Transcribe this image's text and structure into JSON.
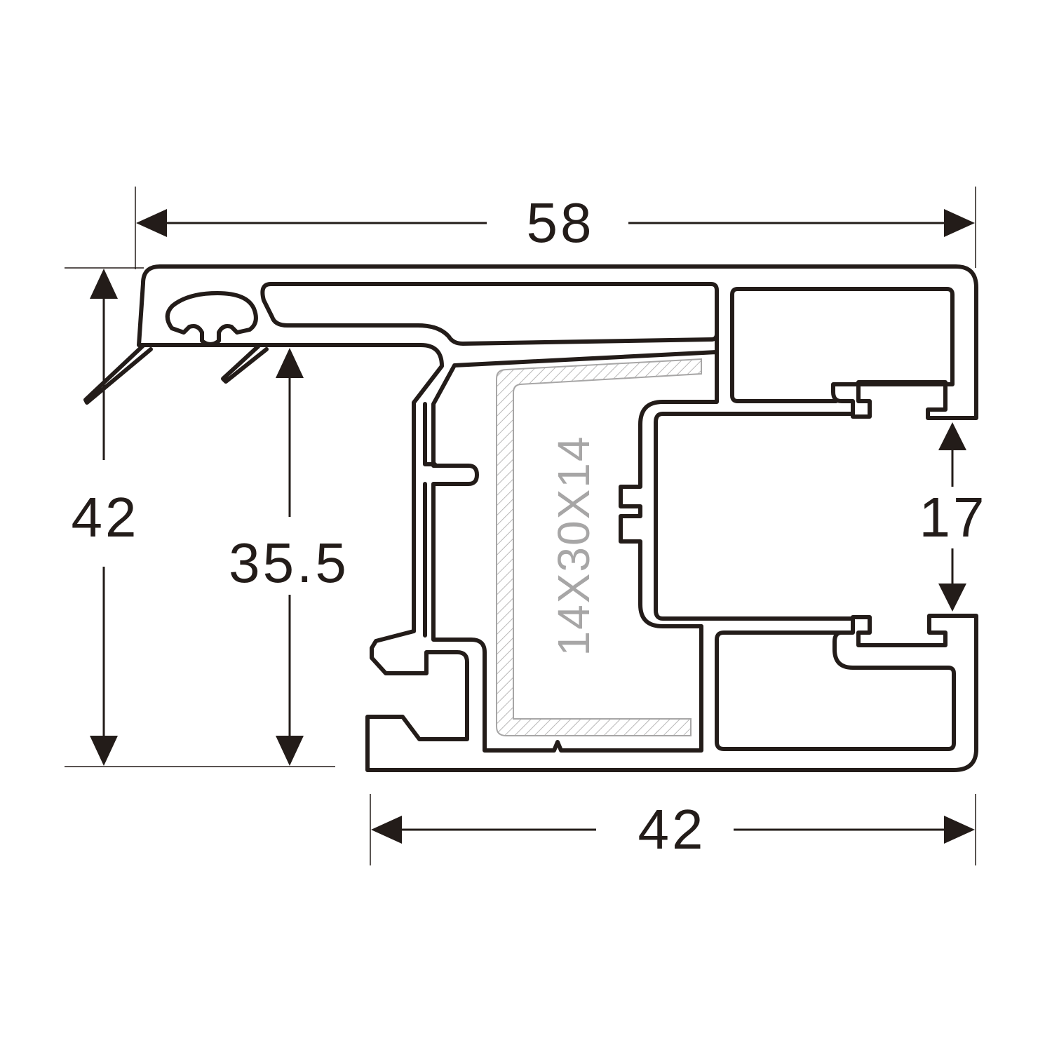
{
  "dimensions": {
    "overall_width": "58",
    "overall_height": "42",
    "inner_height": "35.5",
    "slot_opening": "17",
    "frame_width": "42"
  },
  "reinforcement_label": "14X30X14",
  "colors": {
    "line": "#231c19",
    "reinforcement": "#a7a6a6",
    "background": "#ffffff"
  }
}
